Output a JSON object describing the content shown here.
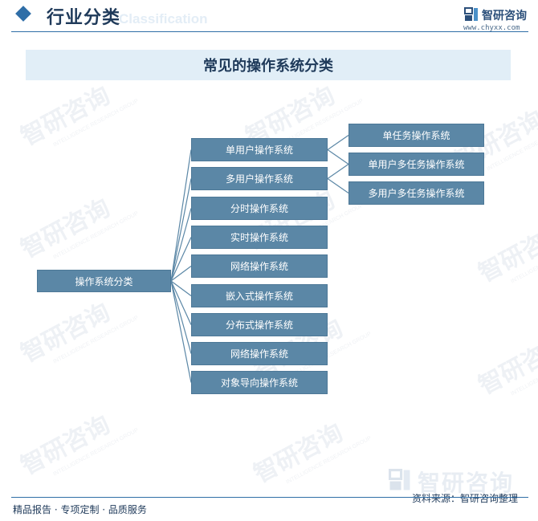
{
  "header": {
    "title": "行业分类",
    "ghost_text": "Classification",
    "brand_name": "智研咨询",
    "brand_url": "www.chyxx.com"
  },
  "diagram_title": "常见的操作系统分类",
  "tree": {
    "root": "操作系统分类",
    "children": [
      {
        "label": "单用户操作系统",
        "children": [
          "单任务操作系统",
          "多任务操作系统"
        ]
      },
      {
        "label": "多用户操作系统",
        "children": [
          "单用户多任务操作系统",
          "多用户多任务操作系统"
        ]
      },
      {
        "label": "分时操作系统",
        "children": []
      },
      {
        "label": "实时操作系统",
        "children": []
      },
      {
        "label": "网络操作系统",
        "children": []
      },
      {
        "label": "嵌入式操作系统",
        "children": []
      },
      {
        "label": "分布式操作系统",
        "children": []
      },
      {
        "label": "网络操作系统",
        "children": []
      },
      {
        "label": "对象导向操作系统",
        "children": []
      }
    ]
  },
  "watermark": {
    "text": "智研咨询",
    "sub": "INTELLIGENCE RESEARCH GROUP"
  },
  "footer": {
    "left": "精品报告 · 专项定制 · 品质服务",
    "source": "资料来源：智研咨询整理",
    "wm_text": "智研咨询"
  },
  "colors": {
    "node_fill": "#5b87a6",
    "connector": "#5b87a6",
    "accent": "#2f6ea7",
    "title_band": "#e1eef7"
  },
  "icons": {
    "header": "diamond-icon",
    "brand": "zhiyan-logo-icon"
  }
}
